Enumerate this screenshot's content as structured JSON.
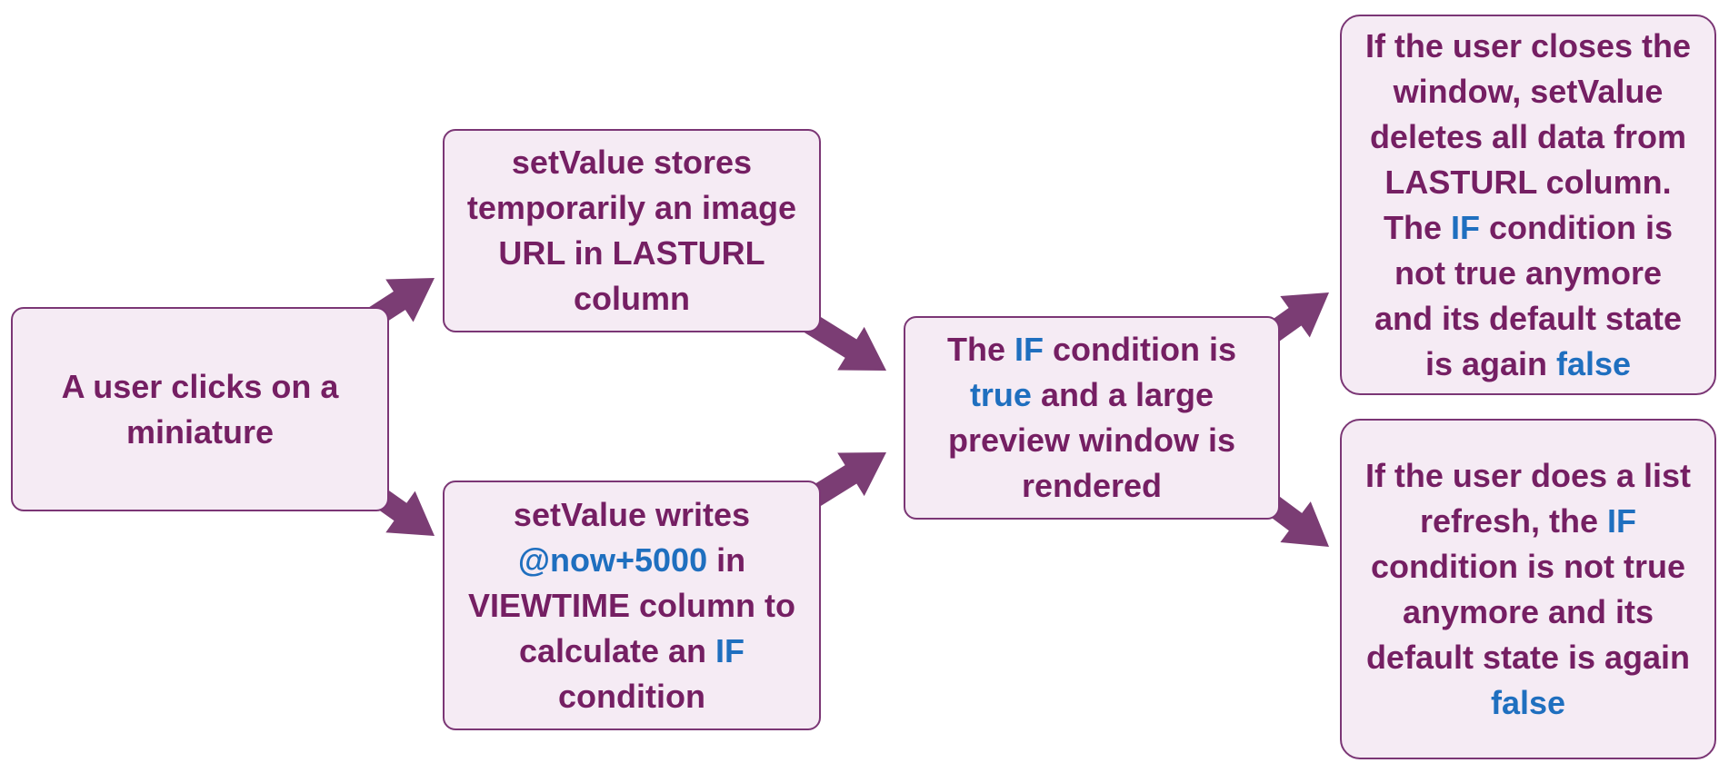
{
  "colors": {
    "box_fill": "#f5ebf4",
    "box_border": "#7b3675",
    "text": "#751f63",
    "highlight": "#1f6fbf",
    "arrow": "#7b3d74"
  },
  "boxes": {
    "start": {
      "lines": [
        [
          {
            "t": "A user clicks on a"
          }
        ],
        [
          {
            "t": "miniature"
          }
        ]
      ]
    },
    "store_url": {
      "lines": [
        [
          {
            "t": "setValue stores"
          }
        ],
        [
          {
            "t": "temporarily an image"
          }
        ],
        [
          {
            "t": "URL in LASTURL"
          }
        ],
        [
          {
            "t": "column"
          }
        ]
      ]
    },
    "write_time": {
      "lines": [
        [
          {
            "t": "setValue writes"
          }
        ],
        [
          {
            "t": "@now+5000",
            "hl": true
          },
          {
            "t": " in"
          }
        ],
        [
          {
            "t": "VIEWTIME column to"
          }
        ],
        [
          {
            "t": "calculate an "
          },
          {
            "t": "IF",
            "hl": true
          }
        ],
        [
          {
            "t": "condition"
          }
        ]
      ]
    },
    "condition_true": {
      "lines": [
        [
          {
            "t": "The "
          },
          {
            "t": "IF",
            "hl": true
          },
          {
            "t": " condition is"
          }
        ],
        [
          {
            "t": "true",
            "hl": true
          },
          {
            "t": " and a large"
          }
        ],
        [
          {
            "t": "preview window is"
          }
        ],
        [
          {
            "t": "rendered"
          }
        ]
      ]
    },
    "close_window": {
      "lines": [
        [
          {
            "t": "If the user closes the"
          }
        ],
        [
          {
            "t": "window, setValue"
          }
        ],
        [
          {
            "t": "deletes all data from"
          }
        ],
        [
          {
            "t": "LASTURL column."
          }
        ],
        [
          {
            "t": "The "
          },
          {
            "t": "IF",
            "hl": true
          },
          {
            "t": " condition is"
          }
        ],
        [
          {
            "t": "not true anymore"
          }
        ],
        [
          {
            "t": "and its default state"
          }
        ],
        [
          {
            "t": "is again "
          },
          {
            "t": "false",
            "hl": true
          }
        ]
      ]
    },
    "list_refresh": {
      "lines": [
        [
          {
            "t": "If the user does a list"
          }
        ],
        [
          {
            "t": "refresh, the "
          },
          {
            "t": "IF",
            "hl": true
          }
        ],
        [
          {
            "t": "condition is not true"
          }
        ],
        [
          {
            "t": "anymore and its"
          }
        ],
        [
          {
            "t": "default state is again"
          }
        ],
        [
          {
            "t": "false",
            "hl": true
          }
        ]
      ]
    }
  }
}
